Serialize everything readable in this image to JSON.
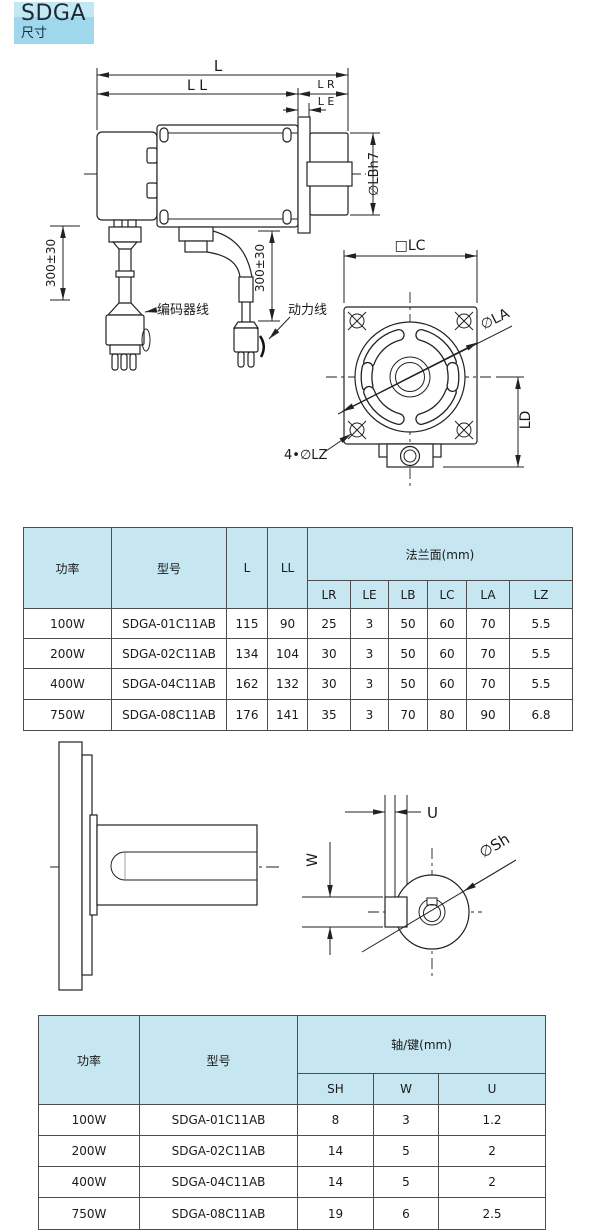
{
  "header": {
    "title": "SDGA",
    "subtitle": "尺寸"
  },
  "colors": {
    "table_header_bg": "#c6e6f2",
    "table_border": "#4d4d4d",
    "line": "#222222",
    "title_bg_top": "#c3e8f5",
    "title_bg_bottom": "#9fd8ec"
  },
  "drawings": {
    "side_view": {
      "dim_L": "L",
      "dim_LL": "L L",
      "dim_LR": "L R",
      "dim_LE": "L E",
      "dim_shaft_dia": "∅LBh7",
      "encoder_cable_length": "300±30",
      "power_cable_length": "300±30",
      "encoder_cable_label": "编码器线",
      "power_cable_label": "动力线"
    },
    "front_view": {
      "dim_LC": "□LC",
      "dim_LA": "∅LA",
      "dim_LD": "LD",
      "dim_LZ": "4•∅LZ"
    },
    "shaft_end_view": {
      "dim_U": "U",
      "dim_W": "W",
      "dim_Sh": "∅Sh"
    }
  },
  "flange_table": {
    "col_power": "功率",
    "col_model": "型号",
    "col_L": "L",
    "col_LL": "LL",
    "group_header": "法兰面(mm)",
    "sub_cols": [
      "LR",
      "LE",
      "LB",
      "LC",
      "LA",
      "LZ"
    ],
    "rows": [
      {
        "power": "100W",
        "model": "SDGA-01C11AB",
        "L": "115",
        "LL": "90",
        "LR": "25",
        "LE": "3",
        "LB": "50",
        "LC": "60",
        "LA": "70",
        "LZ": "5.5"
      },
      {
        "power": "200W",
        "model": "SDGA-02C11AB",
        "L": "134",
        "LL": "104",
        "LR": "30",
        "LE": "3",
        "LB": "50",
        "LC": "60",
        "LA": "70",
        "LZ": "5.5"
      },
      {
        "power": "400W",
        "model": "SDGA-04C11AB",
        "L": "162",
        "LL": "132",
        "LR": "30",
        "LE": "3",
        "LB": "50",
        "LC": "60",
        "LA": "70",
        "LZ": "5.5"
      },
      {
        "power": "750W",
        "model": "SDGA-08C11AB",
        "L": "176",
        "LL": "141",
        "LR": "35",
        "LE": "3",
        "LB": "70",
        "LC": "80",
        "LA": "90",
        "LZ": "6.8"
      }
    ]
  },
  "shaft_table": {
    "col_power": "功率",
    "col_model": "型号",
    "group_header": "轴/键(mm)",
    "sub_cols": [
      "SH",
      "W",
      "U"
    ],
    "rows": [
      {
        "power": "100W",
        "model": "SDGA-01C11AB",
        "SH": "8",
        "W": "3",
        "U": "1.2"
      },
      {
        "power": "200W",
        "model": "SDGA-02C11AB",
        "SH": "14",
        "W": "5",
        "U": "2"
      },
      {
        "power": "400W",
        "model": "SDGA-04C11AB",
        "SH": "14",
        "W": "5",
        "U": "2"
      },
      {
        "power": "750W",
        "model": "SDGA-08C11AB",
        "SH": "19",
        "W": "6",
        "U": "2.5"
      }
    ]
  }
}
